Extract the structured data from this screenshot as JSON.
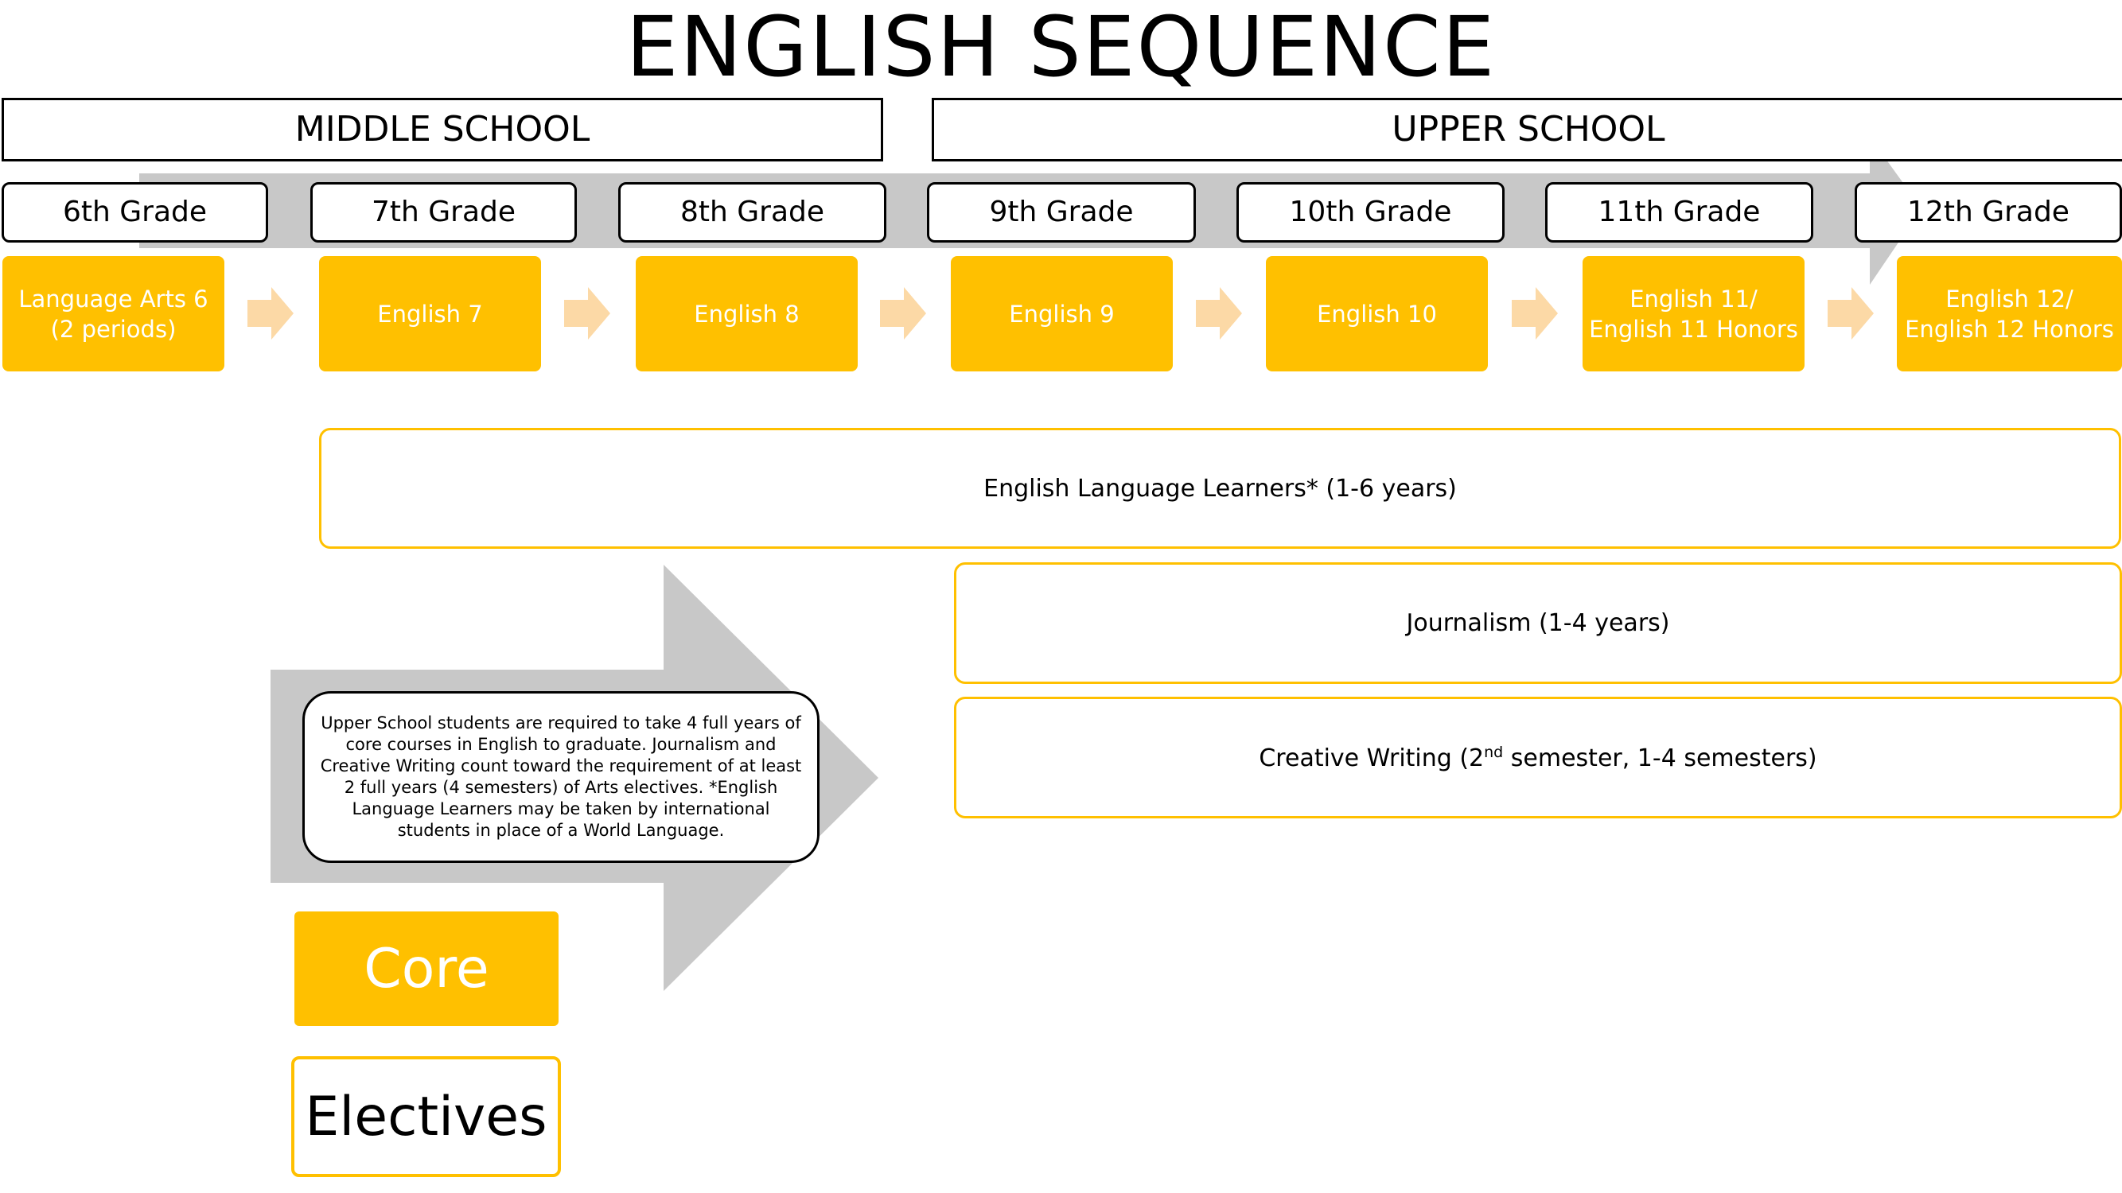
{
  "title": "ENGLISH SEQUENCE",
  "schools": {
    "middle": "MIDDLE SCHOOL",
    "upper": "UPPER SCHOOL"
  },
  "grades": [
    "6th Grade",
    "7th Grade",
    "8th Grade",
    "9th Grade",
    "10th Grade",
    "11th Grade",
    "12th Grade"
  ],
  "core_courses": [
    "Language Arts 6 (2 periods)",
    "English 7",
    "English 8",
    "English 9",
    "English 10",
    "English 11/ English 11 Honors",
    "English 12/ English 12  Honors"
  ],
  "electives": {
    "ell": "English Language Learners* (1-6 years)",
    "journalism": "Journalism (1-4 years)",
    "creative_writing_prefix": "Creative Writing (2",
    "creative_writing_sup": "nd",
    "creative_writing_suffix": " semester, 1-4 semesters)"
  },
  "note": "Upper School students are required to take 4 full years of core courses in English to graduate. Journalism and Creative Writing count toward the requirement of at least 2 full years (4 semesters) of Arts electives. *English Language Learners may be taken by international students in place of a World Language.",
  "legend": {
    "core": "Core",
    "electives": "Electives"
  },
  "colors": {
    "core": "#ffc000",
    "chevron": "#fcd9a6",
    "arrow": "#c8c8c8"
  }
}
